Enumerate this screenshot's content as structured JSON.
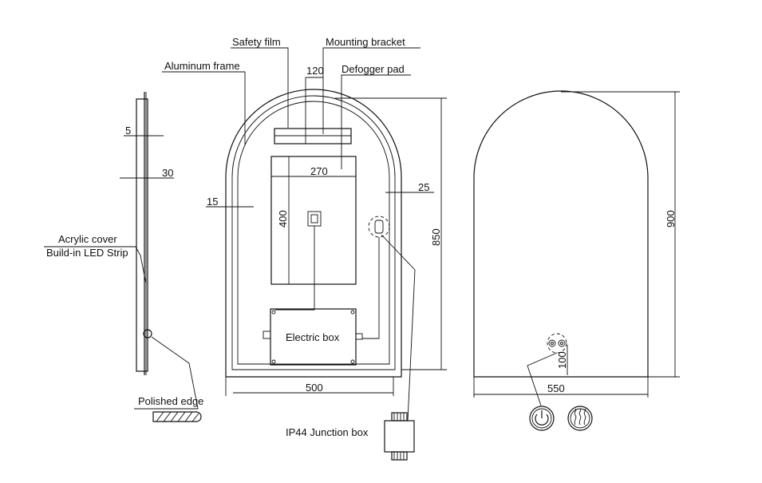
{
  "labels": {
    "safety_film": "Safety film",
    "mounting_bracket": "Mounting bracket",
    "aluminum_frame": "Aluminum frame",
    "defogger_pad": "Defogger pad",
    "acrylic_cover": "Acrylic cover",
    "led_strip": "Build-in LED Strip",
    "electric_box": "Electric box",
    "polished_edge": "Polished edge",
    "junction_box": "IP44 Junction box"
  },
  "dimensions": {
    "side_5": "5",
    "side_30": "30",
    "frame_15": "15",
    "top_120": "120",
    "pad_width_270": "270",
    "pad_height_400": "400",
    "inset_25": "25",
    "back_height_850": "850",
    "back_width_500": "500",
    "front_height_900": "900",
    "front_width_550": "550",
    "switch_offset_100": "100"
  },
  "icons": [
    "power-icon",
    "defogger-icon"
  ]
}
